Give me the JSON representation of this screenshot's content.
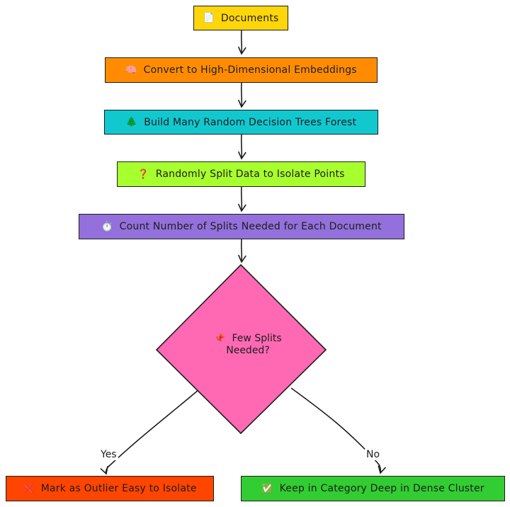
{
  "nodes": {
    "documents": {
      "icon": "📄",
      "label": "Documents",
      "color": "#ffd60a"
    },
    "embeddings": {
      "icon": "🧠",
      "label": "Convert to High-Dimensional Embeddings",
      "color": "#ff8c00"
    },
    "forest": {
      "icon": "🌲",
      "label": "Build Many Random Decision Trees Forest",
      "color": "#12c8cf"
    },
    "split": {
      "icon": "❓",
      "label": "Randomly Split Data to Isolate Points",
      "color": "#a8ff2e"
    },
    "count": {
      "icon": "⏱️",
      "label": "Count Number of Splits Needed for Each Document",
      "color": "#9370db"
    },
    "decision": {
      "icon": "📌",
      "line1": "Few Splits",
      "line2": "Needed?",
      "color": "#ff69b4"
    },
    "outlier": {
      "icon": "❌",
      "label": "Mark as Outlier Easy to Isolate",
      "color": "#ff4500"
    },
    "keep": {
      "icon": "✅",
      "label": "Keep in Category Deep in Dense Cluster",
      "color": "#32cd32"
    }
  },
  "edges": {
    "yes_label": "Yes",
    "no_label": "No"
  }
}
